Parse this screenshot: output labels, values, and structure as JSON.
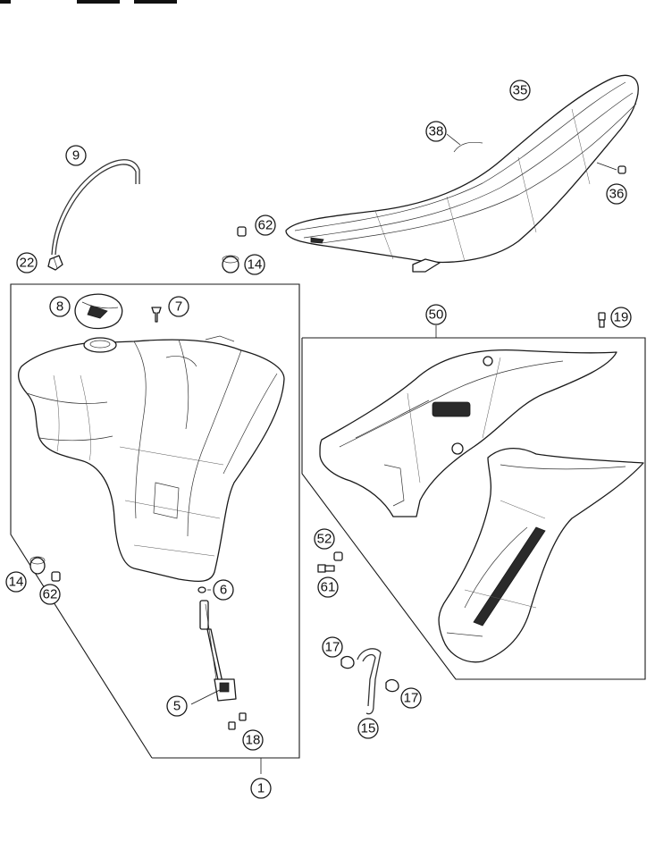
{
  "diagram": {
    "callouts": {
      "c1": "1",
      "c5": "5",
      "c6": "6",
      "c7": "7",
      "c8": "8",
      "c9": "9",
      "c14a": "14",
      "c14b": "14",
      "c15": "15",
      "c17a": "17",
      "c17b": "17",
      "c18": "18",
      "c19": "19",
      "c22": "22",
      "c35": "35",
      "c36": "36",
      "c38": "38",
      "c50": "50",
      "c52": "52",
      "c61": "61",
      "c62a": "62",
      "c62b": "62"
    }
  }
}
